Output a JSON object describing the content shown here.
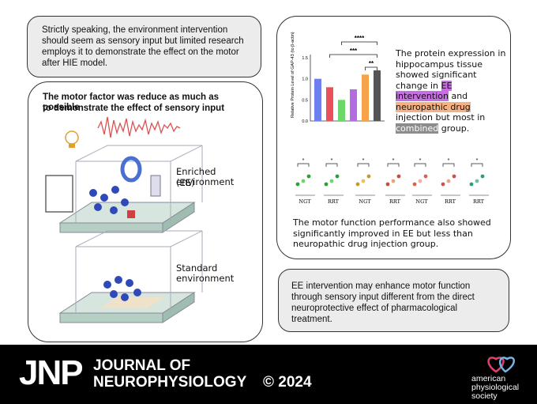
{
  "top_box": {
    "text": "Strictly speaking, the environment intervention should seem as sensory input but limited research employs it to demonstrate the effect on the motor after HIE model."
  },
  "left_panel": {
    "heading_line1": "The motor factor was reduce as much as possible",
    "heading_line2": "to demonstrate the effect of sensory input",
    "enriched_label_line1": "Enriched environment",
    "enriched_label_line2": "(EE)",
    "standard_label": "Standard environment"
  },
  "right_panel": {
    "protein_text_1": "The protein expression in hippocampus tissue showed significant change in",
    "protein_hl1": "EE intervention",
    "protein_and": "and",
    "protein_hl2": "neuropathic drug",
    "protein_text_2": "injection but most in",
    "protein_hl3": "combined",
    "protein_text_3": "group.",
    "bar_ylabel": "Relative Protein Level of GAP-43 (to β-actin)",
    "bar_sig": [
      "****",
      "***",
      "**"
    ],
    "bar_yticks": [
      "1.5",
      "1.0",
      "0.5",
      "0.0"
    ],
    "motor_text": "The motor function performance also showed significantly improved in EE but less than neuropathic drug injection group.",
    "scatter_groups": [
      "NGT",
      "RRT",
      "NGT",
      "RRT",
      "NGT",
      "RRT",
      "RRT"
    ]
  },
  "bottom_box": {
    "text": "EE intervention may enhance motor function through sensory input different from the direct neuroprotective effect of pharmacological treatment."
  },
  "footer": {
    "jnp": "JNP",
    "journal_line1": "JOURNAL OF",
    "journal_line2": "NEUROPHYSIOLOGY",
    "copyright": "© 2024",
    "society_line1": "american",
    "society_line2": "physiological",
    "society_line3": "society"
  },
  "chart_data": {
    "type": "bar",
    "ylabel": "Relative Protein Level of GAP-43 (to β-actin)",
    "ylim": [
      0,
      1.5
    ],
    "categories": [
      "",
      "",
      "",
      "",
      "",
      ""
    ],
    "values": [
      1.0,
      0.8,
      0.5,
      0.75,
      1.1,
      1.2
    ],
    "colors": [
      "#6e7ff0",
      "#e8515a",
      "#6cd86c",
      "#b36de0",
      "#f6a24a",
      "#555555"
    ]
  }
}
